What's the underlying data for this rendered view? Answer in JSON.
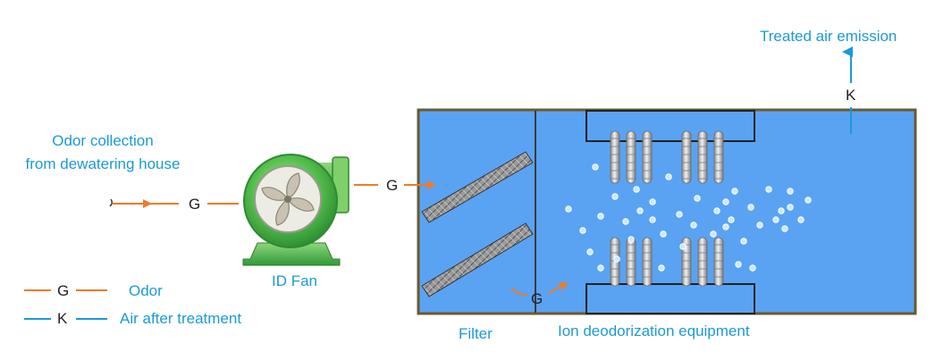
{
  "labels": {
    "odor_collection_line1": "Odor collection",
    "odor_collection_line2": "from dewatering house",
    "id_fan": "ID Fan",
    "filter": "Filter",
    "ion_equipment": "Ion deodorization equipment",
    "treated_air": "Treated air emission"
  },
  "streams": {
    "odor_code": "G",
    "treated_code": "K"
  },
  "legend": {
    "items": [
      {
        "code": "G",
        "label": "Odor",
        "color": "#f07a28"
      },
      {
        "code": "K",
        "label": "Air after treatment",
        "color": "#1b9ad6"
      }
    ]
  },
  "colors": {
    "odor_stream": "#f07a28",
    "treated_stream": "#1b9ad6",
    "label_text": "#1b9ad6",
    "tank_water": "#5aa3f2",
    "tank_frame": "#6b5a2e",
    "fan_green": "#3fae45"
  }
}
